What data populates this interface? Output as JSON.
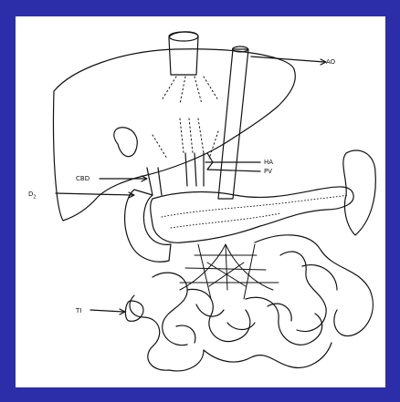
{
  "colors": {
    "border": "#2b2ea8",
    "background": "#ffffff",
    "ink": "#111111"
  },
  "labels": {
    "ao": "AO",
    "ha": "HA",
    "pv": "PV",
    "cbd": "CBD",
    "d2": "D",
    "d2_sub": "2",
    "ti": "TI"
  }
}
